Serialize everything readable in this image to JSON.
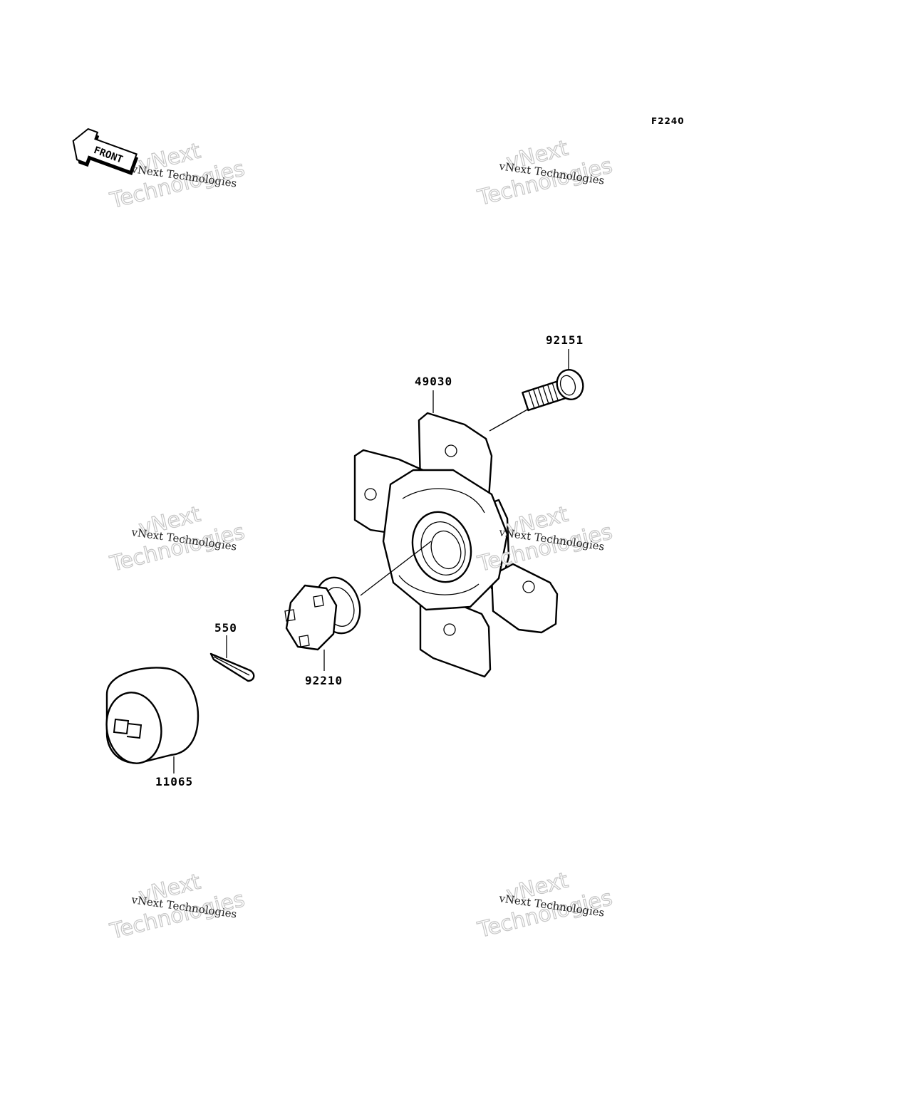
{
  "diagram_code": "F2240",
  "front_label": "FRONT",
  "parts": [
    {
      "part_no": "92151",
      "desc": "stud bolt"
    },
    {
      "part_no": "49030",
      "desc": "hub"
    },
    {
      "part_no": "92210",
      "desc": "castle nut"
    },
    {
      "part_no": "550",
      "desc": "cotter pin"
    },
    {
      "part_no": "11065",
      "desc": "cap"
    }
  ],
  "watermark": {
    "line1": "vNext Technologies",
    "line2": "vNext",
    "line3": "Technologies"
  }
}
